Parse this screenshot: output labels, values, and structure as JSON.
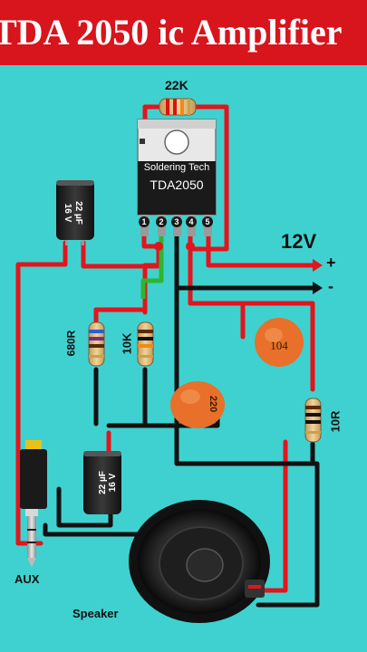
{
  "title": "TDA 2050 ic Amplifier",
  "ic": {
    "brand": "Soldering Tech",
    "part": "TDA2050",
    "pins": [
      "1",
      "2",
      "3",
      "4",
      "5"
    ]
  },
  "labels": {
    "r_feedback": "22K",
    "r1": "680R",
    "r2": "10K",
    "r3": "10R",
    "c_ceramic_1": "104",
    "c_ceramic_2": "220",
    "cap_top": {
      "top": "22 µF",
      "bottom": "16 V"
    },
    "cap_bottom": {
      "top": "22 µF",
      "bottom": "16 V"
    },
    "supply": "12V",
    "plus": "+",
    "minus": "-",
    "aux": "AUX",
    "speaker": "Speaker"
  },
  "colors": {
    "banner": "#d8141c",
    "background": "#3fd1cf",
    "wire_red": "#e4141c",
    "wire_black": "#111111",
    "wire_green": "#2fb52f",
    "ceramic": "#e8702a"
  }
}
